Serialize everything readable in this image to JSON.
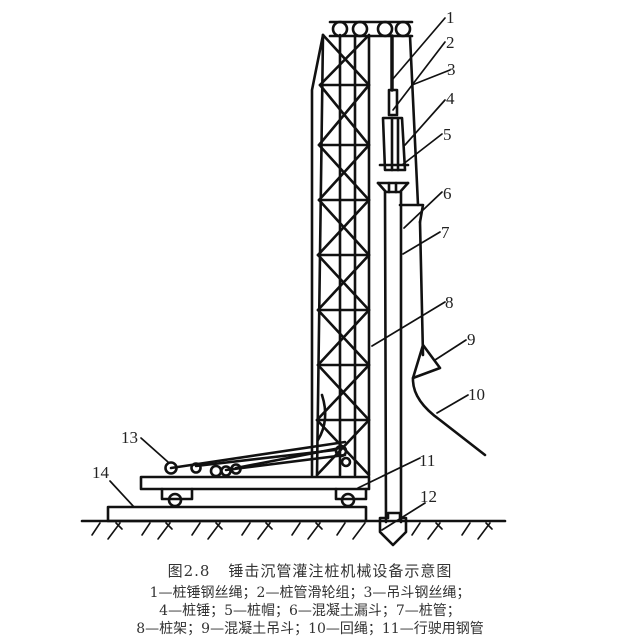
{
  "figure": {
    "number": "图2.8",
    "title": "锤击沉管灌注桩机械设备示意图"
  },
  "legend": [
    "1—桩锤钢丝绳；2—桩管滑轮组；3—吊斗钢丝绳；",
    "4—桩锤；5—桩帽；6—混凝土漏斗；7—桩管；",
    "8—桩架；9—混凝土吊斗；10—回绳；11—行驶用钢管"
  ],
  "labels": {
    "l1": "1",
    "l2": "2",
    "l3": "3",
    "l4": "4",
    "l5": "5",
    "l6": "6",
    "l7": "7",
    "l8": "8",
    "l9": "9",
    "l10": "10",
    "l11": "11",
    "l12": "12",
    "l13": "13",
    "l14": "14"
  },
  "colors": {
    "line": "#111111",
    "text": "#222222",
    "background": "#ffffff"
  }
}
